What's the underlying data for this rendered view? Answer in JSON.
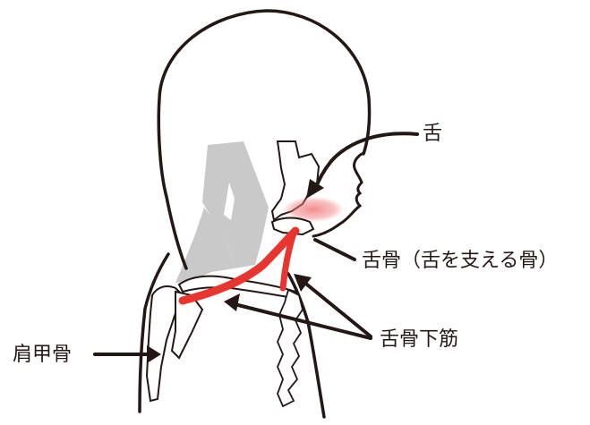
{
  "labels": {
    "tongue": "舌",
    "hyoid": "舌骨（舌を支える骨）",
    "infrahyoid": "舌骨下筋",
    "scapula": "肩甲骨"
  },
  "colors": {
    "outline": "#231815",
    "muscle_gray": "#c9c9c9",
    "muscle_red": "#e8352f",
    "tongue_pink": "#f07c7c"
  }
}
